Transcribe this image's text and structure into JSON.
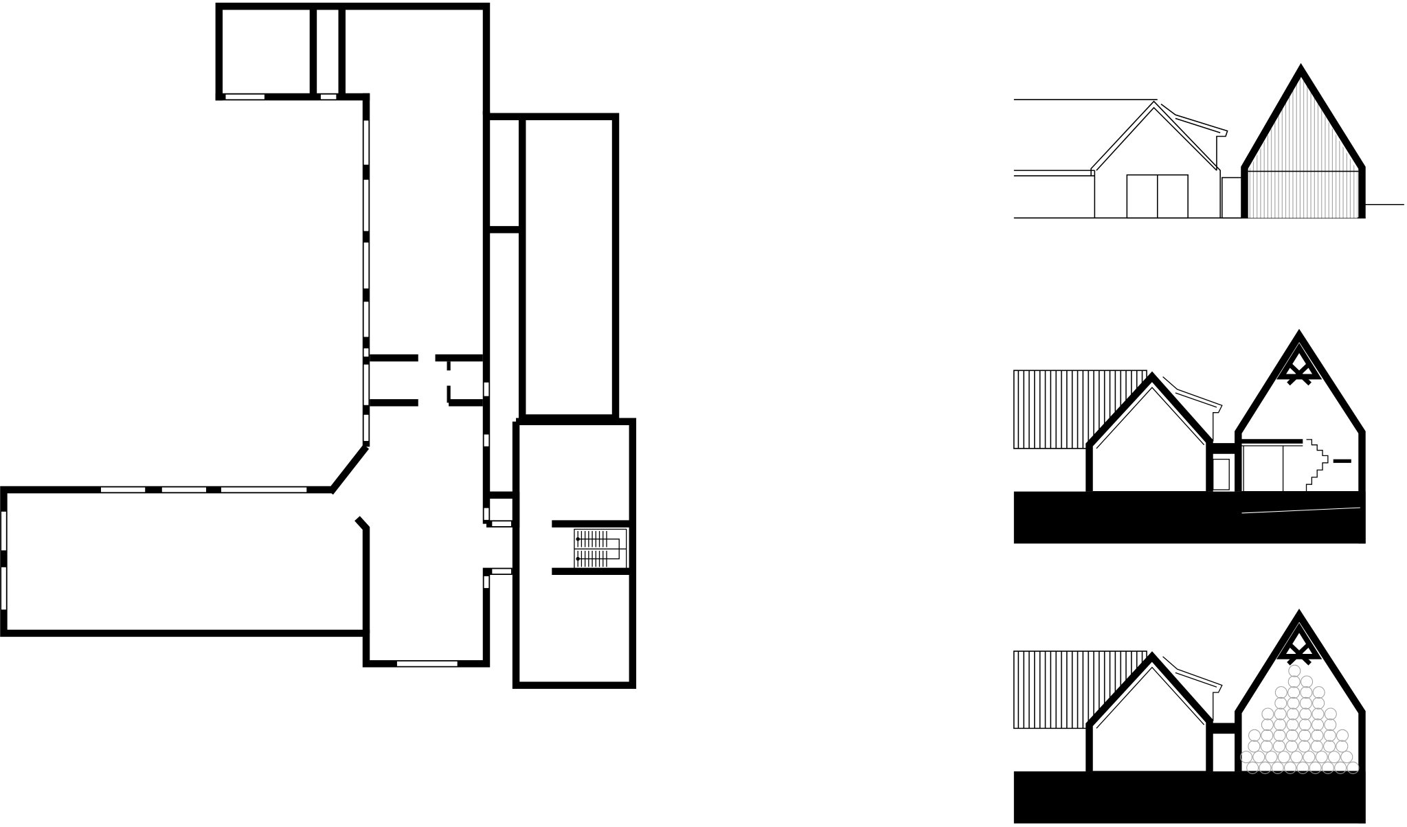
{
  "drawing": {
    "ink": "#000000",
    "paper": "#ffffff",
    "views": [
      {
        "id": "ground-floor-plan",
        "kind": "plan"
      },
      {
        "id": "street-elevation",
        "kind": "elevation"
      },
      {
        "id": "cross-section-stair",
        "kind": "section"
      },
      {
        "id": "cross-section-storage",
        "kind": "section"
      }
    ]
  }
}
